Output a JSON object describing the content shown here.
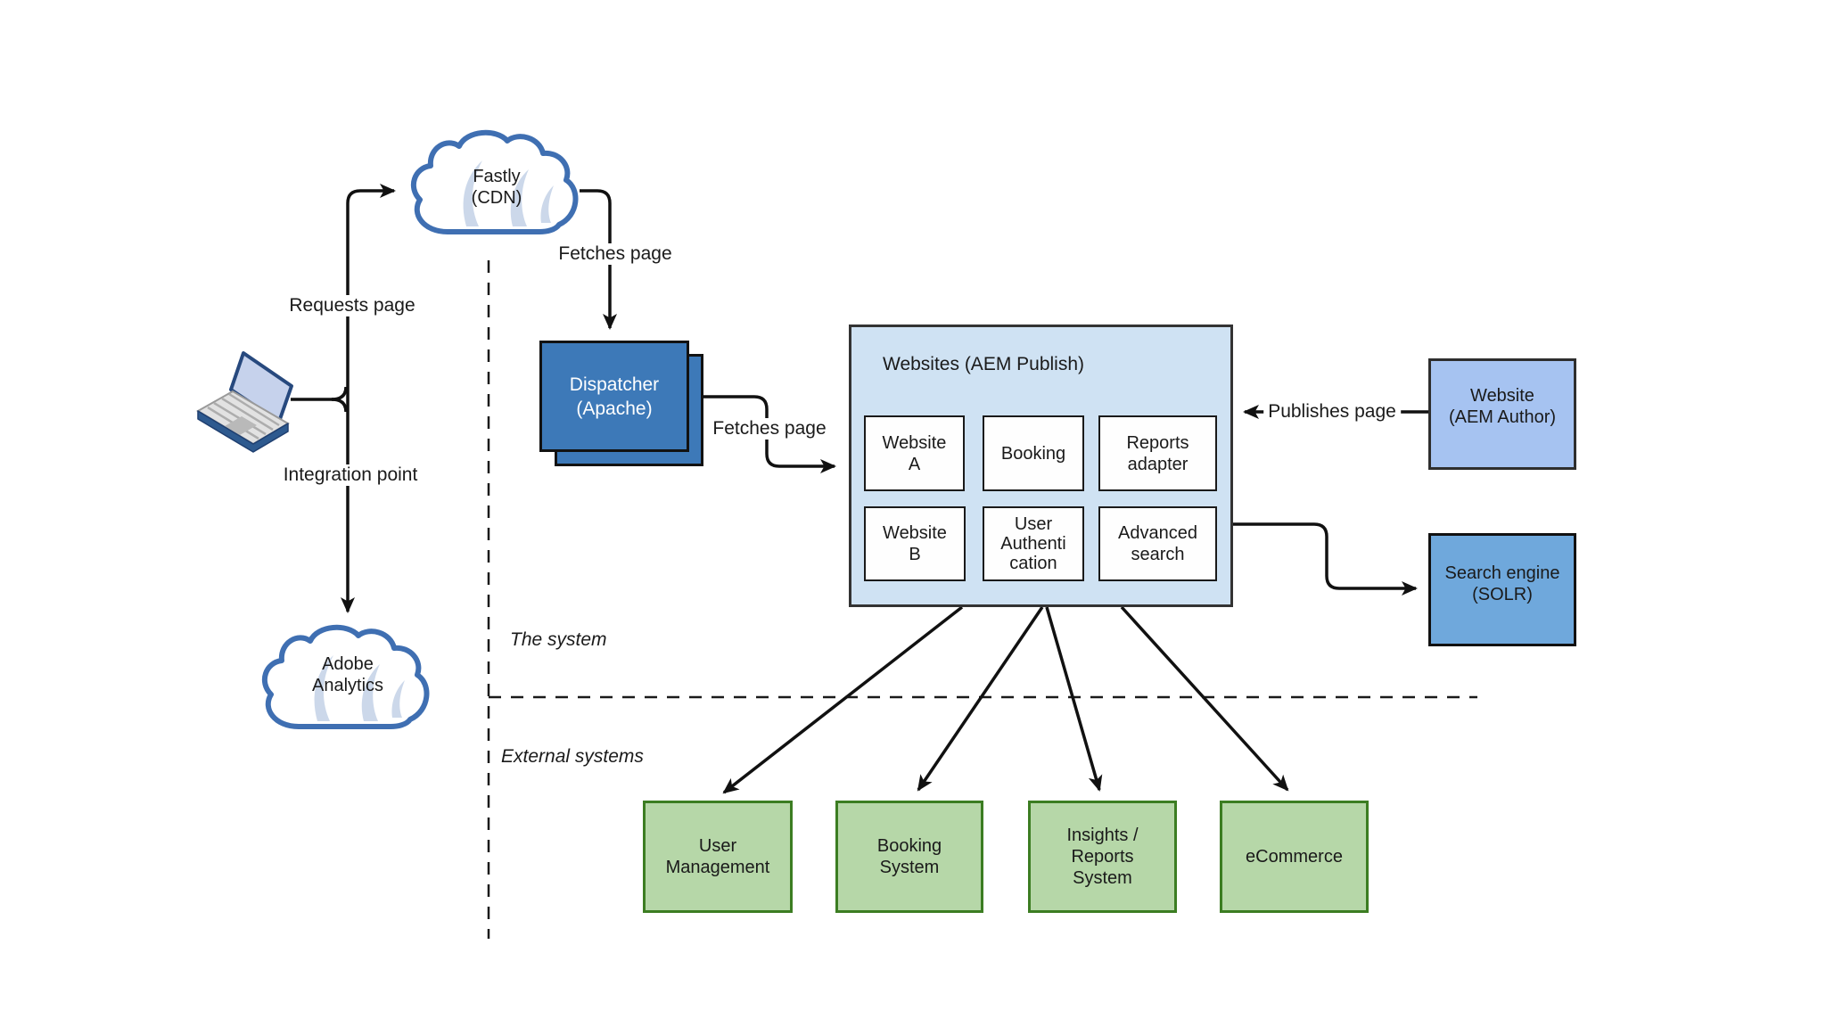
{
  "diagram": {
    "annotations": {
      "requests_page": "Requests page",
      "fetches_page_cdn": "Fetches page",
      "fetches_page_dispatcher": "Fetches page",
      "publishes_page": "Publishes page",
      "integration_point": "Integration point"
    },
    "sections": {
      "system_label": "The system",
      "external_label": "External systems"
    },
    "nodes": {
      "fastly_cdn": "Fastly\n(CDN)",
      "adobe_analytics": "Adobe\nAnalytics",
      "dispatcher": "Dispatcher\n(Apache)",
      "aem_author": "Website\n(AEM Author)",
      "search_engine": "Search engine\n(SOLR)"
    },
    "aem_publish": {
      "title": "Websites (AEM Publish)",
      "modules": [
        {
          "id": "website-a",
          "label": "Website\nA"
        },
        {
          "id": "booking",
          "label": "Booking"
        },
        {
          "id": "reports-adapter",
          "label": "Reports\nadapter"
        },
        {
          "id": "website-b",
          "label": "Website\nB"
        },
        {
          "id": "user-authentication",
          "label": "User\nAuthenti\ncation"
        },
        {
          "id": "advanced-search",
          "label": "Advanced\nsearch"
        }
      ]
    },
    "external_systems": [
      {
        "id": "user-management",
        "label": "User\nManagement"
      },
      {
        "id": "booking-system",
        "label": "Booking\nSystem"
      },
      {
        "id": "insights-reports-system",
        "label": "Insights /\nReports\nSystem"
      },
      {
        "id": "ecommerce",
        "label": "eCommerce"
      }
    ],
    "icons": {
      "laptop": "laptop-icon",
      "fastly": "cloud-icon",
      "adobe_analytics": "cloud-icon"
    },
    "colors": {
      "dispatcher_fill": "#3d79b8",
      "publish_fill": "#cfe2f3",
      "module_fill": "#fefefe",
      "author_fill": "#a6c3f1",
      "solr_fill": "#6fa8dc",
      "external_fill": "#b6d7a8",
      "external_border": "#3c7d22",
      "cloud_border": "#3f6fb2",
      "cloud_swoosh": "#ccd8ea",
      "line_color": "#111111"
    }
  }
}
